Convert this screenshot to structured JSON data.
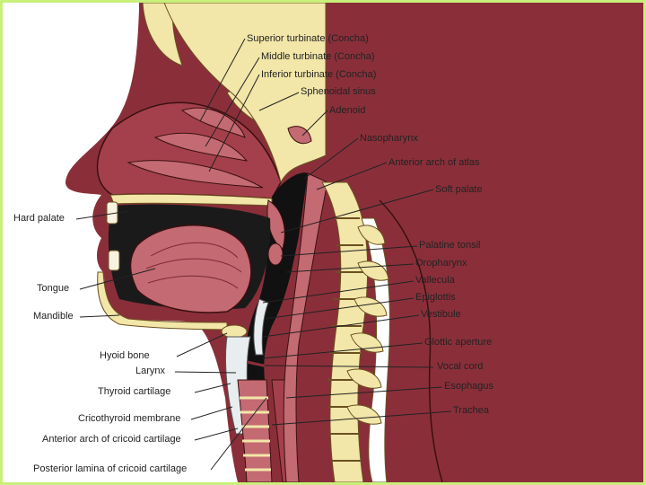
{
  "colors": {
    "frame_border": "#c8f07a",
    "skin": "#8a2f3a",
    "tissue": "#c46a72",
    "bone": "#f2e6a8",
    "cartilage": "#e8eef0",
    "cavity": "#111111"
  },
  "labels_right": [
    "Superior turbinate (Concha)",
    "Middle turbinate (Concha)",
    "Inferior turbinate (Concha)",
    "Sphenoidal sinus",
    "Adenoid",
    "Nasopharynx",
    "Anterior arch of atlas",
    "Soft palate",
    "Palatine tonsil",
    "Oropharynx",
    "Vallecula",
    "Epiglottis",
    "Vestibule",
    "Glottic aperture",
    "Vocal cord",
    "Esophagus",
    "Trachea"
  ],
  "labels_left": [
    "Hard palate",
    "Tongue",
    "Mandible",
    "Hyoid bone",
    "Larynx",
    "Thyroid cartilage",
    "Cricothyroid membrane",
    "Anterior arch of cricoid cartilage",
    "Posterior lamina of cricoid cartilage"
  ]
}
